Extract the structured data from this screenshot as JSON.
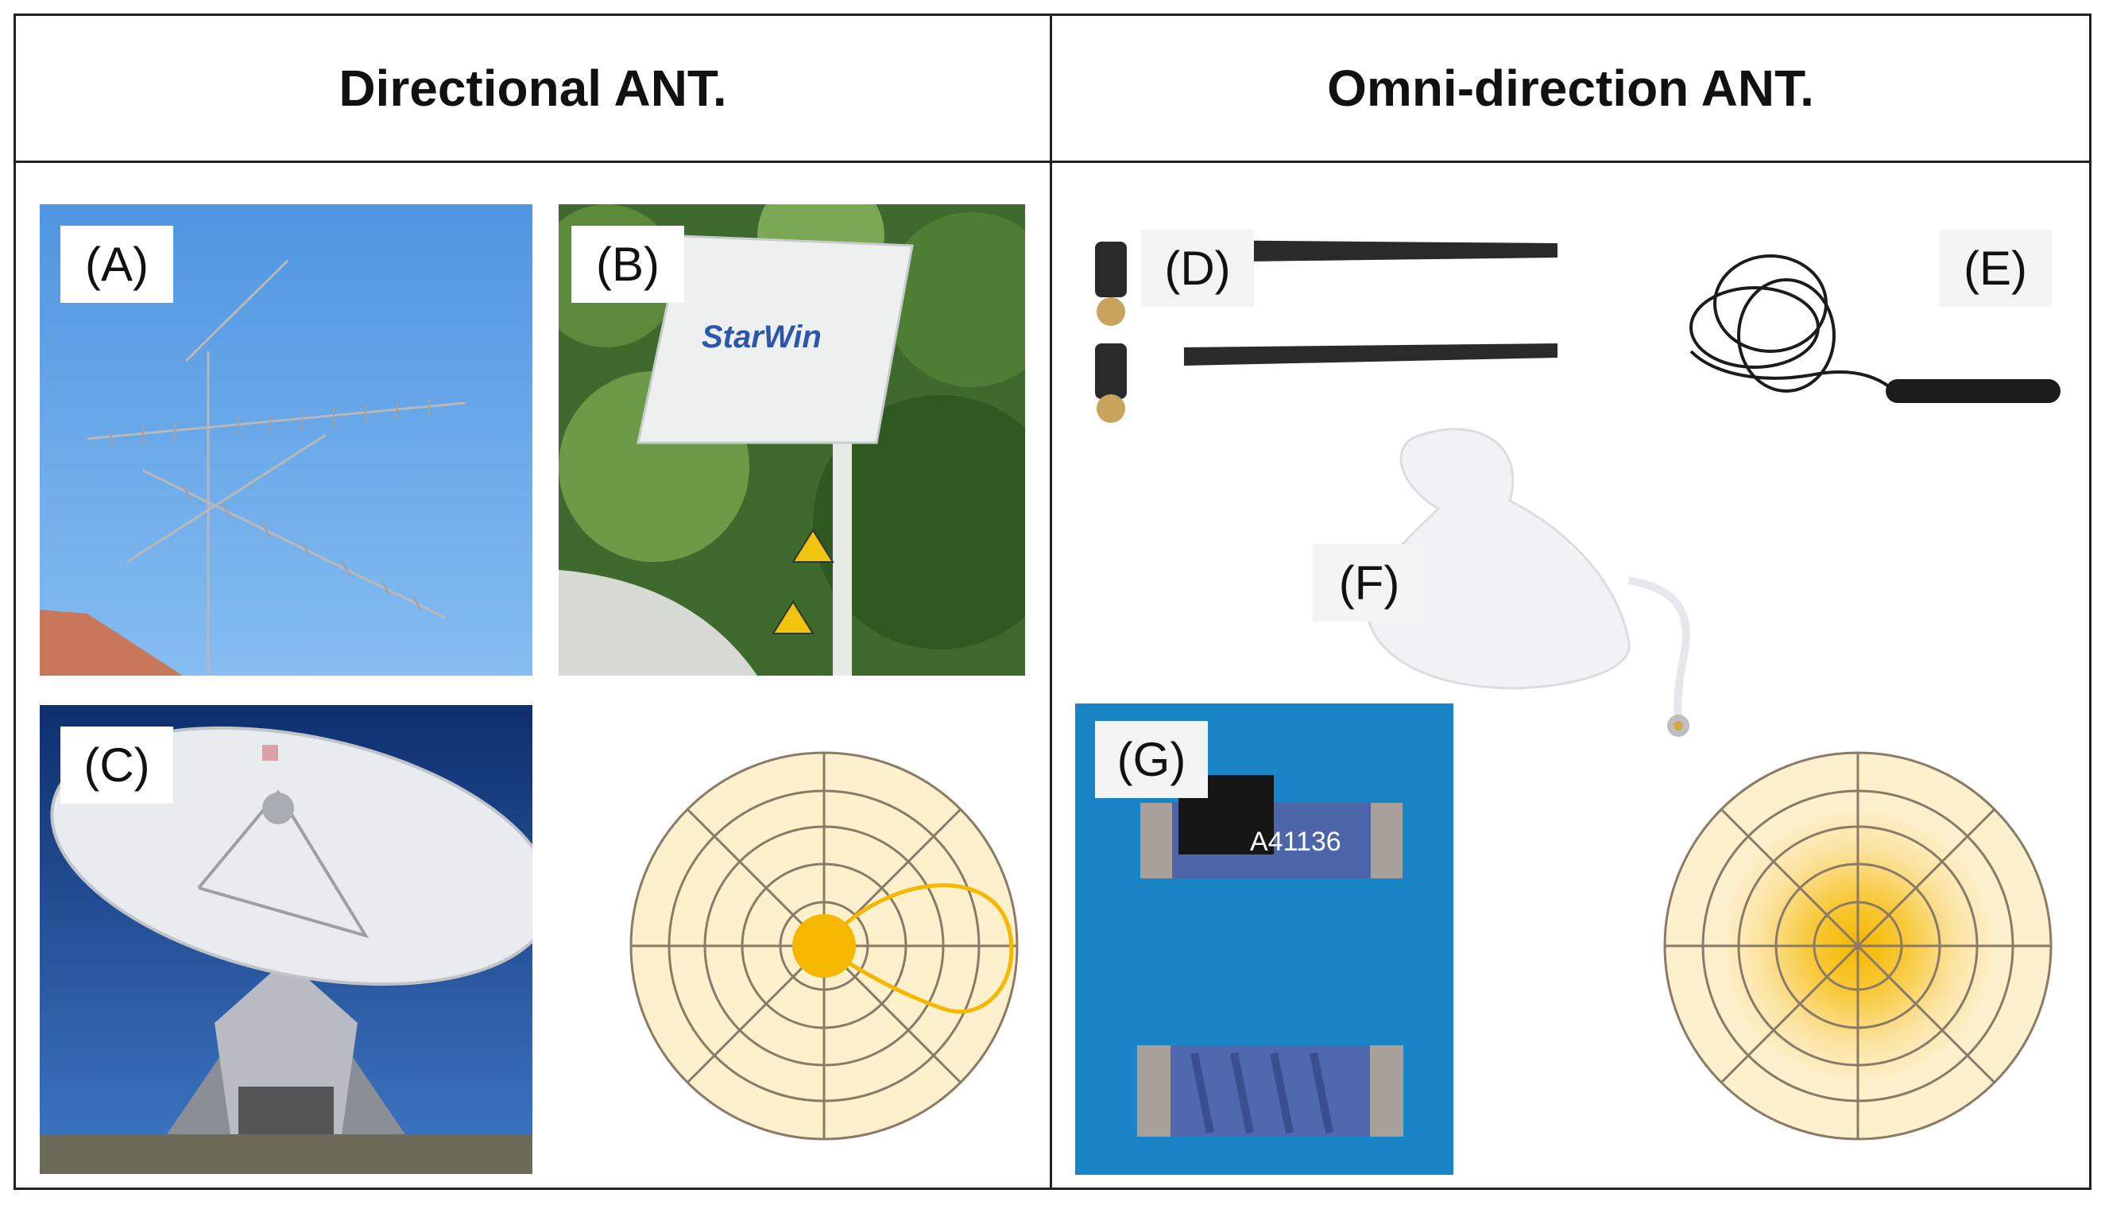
{
  "headers": {
    "directional": "Directional ANT.",
    "omni": "Omni-direction ANT."
  },
  "labels": {
    "a": "(A)",
    "b": "(B)",
    "c": "(C)",
    "d": "(D)",
    "e": "(E)",
    "f": "(F)",
    "g": "(G)"
  },
  "photo_text": {
    "brand": "StarWin",
    "chip_marking": "A41136"
  },
  "icons": {
    "a": "yagi-antenna-photo",
    "b": "panel-antenna-photo",
    "c": "satellite-dish-photo",
    "d": "rubber-duck-antenna-photo",
    "e": "cable-patch-antenna-photo",
    "f": "ceiling-dome-antenna-photo",
    "g": "chip-antenna-photo"
  },
  "colors": {
    "pattern_fill": "#fdf0cc",
    "pattern_grid": "#8a7a66",
    "pattern_accent": "#f5b700",
    "sky": "#5aa0e6",
    "chip_bg": "#1a85c6"
  }
}
